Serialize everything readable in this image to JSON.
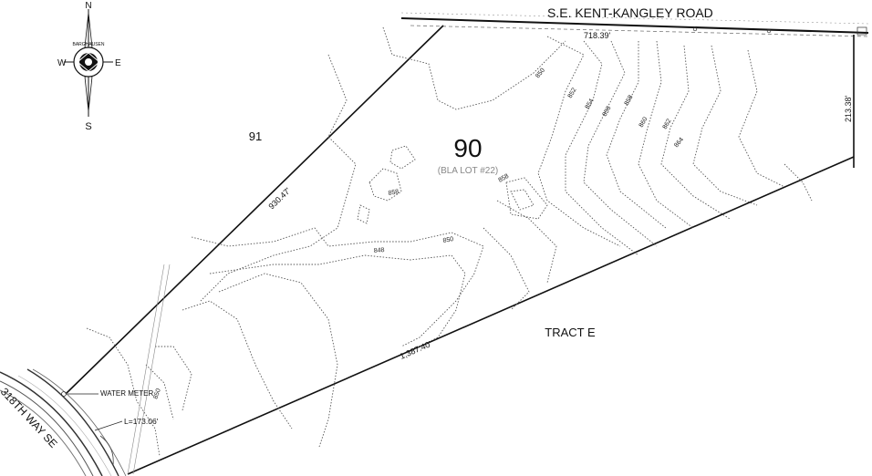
{
  "map": {
    "road_name": "S.E. KENT-KANGLEY ROAD",
    "street_name": "318TH WAY SE",
    "lot_number": "90",
    "lot_sublabel": "(BLA LOT #22)",
    "adjacent_lot": "91",
    "tract_label": "TRACT E",
    "water_meter_label": "WATER METER",
    "curve_label": "L=173.06'"
  },
  "dimensions": {
    "north_line": "718.39'",
    "east_line": "213.38'",
    "west_line": "930.47'",
    "south_line": "1,387.40'"
  },
  "contour_labels": [
    "850",
    "852",
    "854",
    "856",
    "858",
    "860",
    "862",
    "864",
    "858",
    "858",
    "850",
    "848",
    "850"
  ],
  "compass": {
    "n": "N",
    "s": "S",
    "e": "E",
    "w": "W",
    "logo_text": "BARGHAUSEN"
  }
}
